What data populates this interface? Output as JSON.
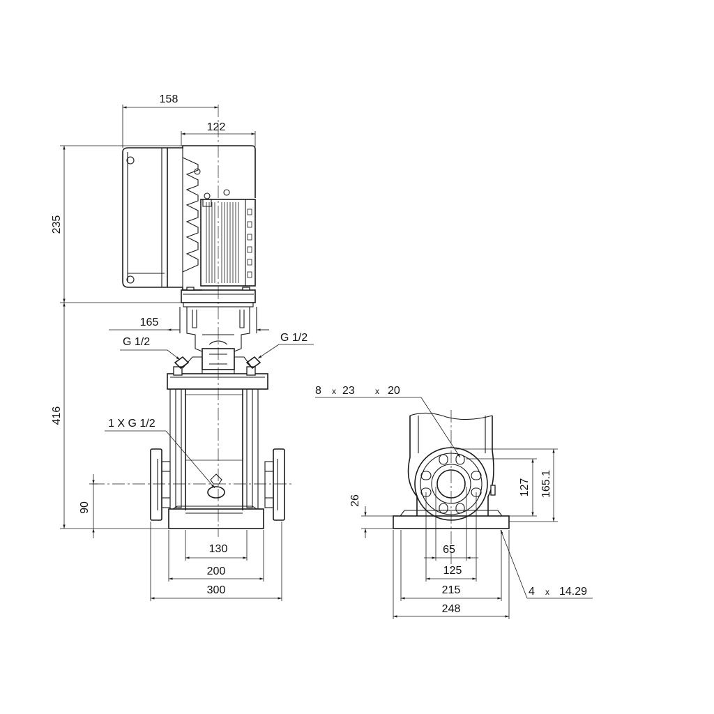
{
  "dimensions": {
    "w158": "158",
    "w122": "122",
    "h235": "235",
    "h416": "416",
    "w165": "165",
    "h90": "90",
    "w130": "130",
    "w200": "200",
    "w300": "300",
    "h26": "26",
    "h127": "127",
    "h165_1": "165.1",
    "w65": "65",
    "w125": "125",
    "w215": "215",
    "w248": "248"
  },
  "callouts": {
    "g12_left": "G 1/2",
    "g12_right": "G 1/2",
    "drain": "1 X G 1/2",
    "flange_holes_n": "8",
    "flange_holes_d": "23",
    "flange_holes_t": "20",
    "base_holes_n": "4",
    "base_holes_d": "14.29",
    "times": "x"
  }
}
